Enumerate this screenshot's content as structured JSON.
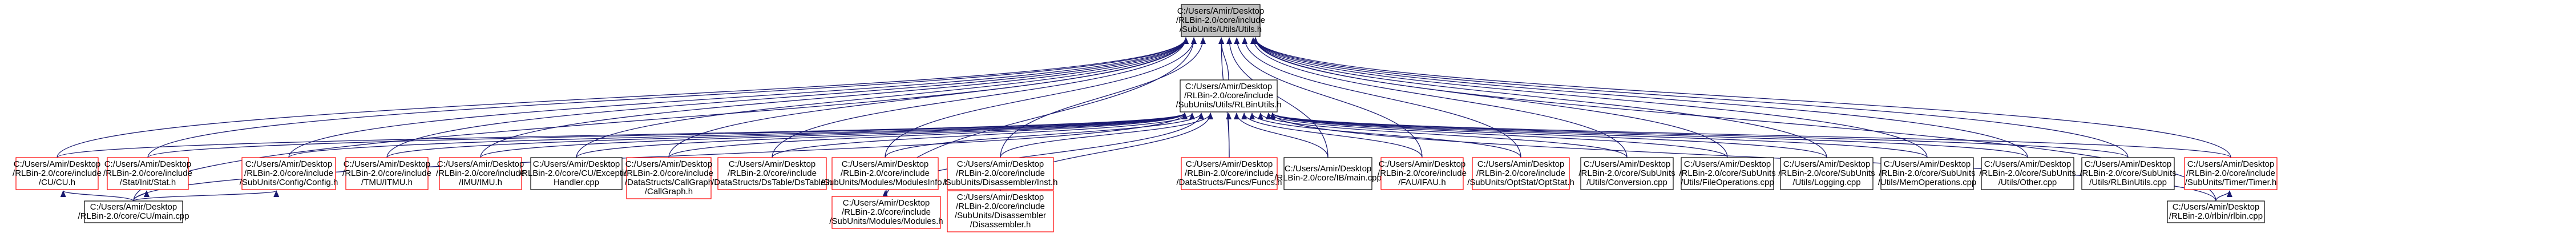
{
  "nodes": [
    {
      "id": "utilsh",
      "lines": [
        "C:/Users/Amir/Desktop",
        "/RLBin-2.0/core/include",
        "/SubUnits/Utils/Utils.h"
      ],
      "style": "hl"
    },
    {
      "id": "rlbinutils",
      "lines": [
        "C:/Users/Amir/Desktop",
        "/RLBin-2.0/core/include",
        "/SubUnits/Utils/RLBinUtils.h"
      ],
      "style": "black"
    },
    {
      "id": "cuh",
      "lines": [
        "C:/Users/Amir/Desktop",
        "/RLBin-2.0/core/include",
        "/CU/CU.h"
      ],
      "style": "red"
    },
    {
      "id": "stath",
      "lines": [
        "C:/Users/Amir/Desktop",
        "/RLBin-2.0/core/include",
        "/Stat/Init/Stat.h"
      ],
      "style": "red"
    },
    {
      "id": "configh",
      "lines": [
        "C:/Users/Amir/Desktop",
        "/RLBin-2.0/core/include",
        "/SubUnits/Config/Config.h"
      ],
      "style": "red"
    },
    {
      "id": "itmuh",
      "lines": [
        "C:/Users/Amir/Desktop",
        "/RLBin-2.0/core/include",
        "/TMU/ITMU.h"
      ],
      "style": "red"
    },
    {
      "id": "imuh",
      "lines": [
        "C:/Users/Amir/Desktop",
        "/RLBin-2.0/core/include",
        "/IMU/IMU.h"
      ],
      "style": "red"
    },
    {
      "id": "cuexc",
      "lines": [
        "C:/Users/Amir/Desktop",
        "/RLBin-2.0/core/CU/Exception",
        "Handler.cpp"
      ],
      "style": "black"
    },
    {
      "id": "callgraph",
      "lines": [
        "C:/Users/Amir/Desktop",
        "/RLBin-2.0/core/include",
        "/DataStructs/CallGraph",
        "/CallGraph.h"
      ],
      "style": "red"
    },
    {
      "id": "dstable",
      "lines": [
        "C:/Users/Amir/Desktop",
        "/RLBin-2.0/core/include",
        "/DataStructs/DsTable/DsTable.h"
      ],
      "style": "red"
    },
    {
      "id": "modulesinfo",
      "lines": [
        "C:/Users/Amir/Desktop",
        "/RLBin-2.0/core/include",
        "/SubUnits/Modules/ModulesInfo.h"
      ],
      "style": "red"
    },
    {
      "id": "disinst",
      "lines": [
        "C:/Users/Amir/Desktop",
        "/RLBin-2.0/core/include",
        "/SubUnits/Disassembler/Inst.h"
      ],
      "style": "red"
    },
    {
      "id": "funcs",
      "lines": [
        "C:/Users/Amir/Desktop",
        "/RLBin-2.0/core/include",
        "/DataStructs/Funcs/Funcs.h"
      ],
      "style": "red"
    },
    {
      "id": "ibmain",
      "lines": [
        "C:/Users/Amir/Desktop",
        "/RLBin-2.0/core/IB/main.cpp"
      ],
      "style": "black"
    },
    {
      "id": "ifau",
      "lines": [
        "C:/Users/Amir/Desktop",
        "/RLBin-2.0/core/include",
        "/FAU/IFAU.h"
      ],
      "style": "red"
    },
    {
      "id": "optstat",
      "lines": [
        "C:/Users/Amir/Desktop",
        "/RLBin-2.0/core/include",
        "/SubUnits/OptStat/OptStat.h"
      ],
      "style": "red"
    },
    {
      "id": "conversion",
      "lines": [
        "C:/Users/Amir/Desktop",
        "/RLBin-2.0/core/SubUnits",
        "/Utils/Conversion.cpp"
      ],
      "style": "black"
    },
    {
      "id": "fileops",
      "lines": [
        "C:/Users/Amir/Desktop",
        "/RLBin-2.0/core/SubUnits",
        "/Utils/FileOperations.cpp"
      ],
      "style": "black"
    },
    {
      "id": "logging",
      "lines": [
        "C:/Users/Amir/Desktop",
        "/RLBin-2.0/core/SubUnits",
        "/Utils/Logging.cpp"
      ],
      "style": "black"
    },
    {
      "id": "memops",
      "lines": [
        "C:/Users/Amir/Desktop",
        "/RLBin-2.0/core/SubUnits",
        "/Utils/MemOperations.cpp"
      ],
      "style": "black"
    },
    {
      "id": "other",
      "lines": [
        "C:/Users/Amir/Desktop",
        "/RLBin-2.0/core/SubUnits",
        "/Utils/Other.cpp"
      ],
      "style": "black"
    },
    {
      "id": "rlbinutilscpp",
      "lines": [
        "C:/Users/Amir/Desktop",
        "/RLBin-2.0/core/SubUnits",
        "/Utils/RLBinUtils.cpp"
      ],
      "style": "black"
    },
    {
      "id": "timertimer",
      "lines": [
        "C:/Users/Amir/Desktop",
        "/RLBin-2.0/core/include",
        "/SubUnits/Timer/Timer.h"
      ],
      "style": "red"
    },
    {
      "id": "cumain",
      "lines": [
        "C:/Users/Amir/Desktop",
        "/RLBin-2.0/core/CU/main.cpp"
      ],
      "style": "black"
    },
    {
      "id": "modulesh",
      "lines": [
        "C:/Users/Amir/Desktop",
        "/RLBin-2.0/core/include",
        "/SubUnits/Modules/Modules.h"
      ],
      "style": "red"
    },
    {
      "id": "disassembler",
      "lines": [
        "C:/Users/Amir/Desktop",
        "/RLBin-2.0/core/include",
        "/SubUnits/Disassembler",
        "/Disassembler.h"
      ],
      "style": "red"
    },
    {
      "id": "urlbin",
      "lines": [
        "C:/Users/Amir/Desktop",
        "/RLBin-2.0/rlbin/rlbin.cpp"
      ],
      "style": "black"
    }
  ],
  "edges": [
    [
      "utilsh",
      "rlbinutils"
    ],
    [
      "utilsh",
      "cuh"
    ],
    [
      "utilsh",
      "stath"
    ],
    [
      "utilsh",
      "configh"
    ],
    [
      "utilsh",
      "itmuh"
    ],
    [
      "utilsh",
      "imuh"
    ],
    [
      "utilsh",
      "cuexc"
    ],
    [
      "utilsh",
      "callgraph"
    ],
    [
      "utilsh",
      "dstable"
    ],
    [
      "utilsh",
      "modulesinfo"
    ],
    [
      "utilsh",
      "disinst"
    ],
    [
      "utilsh",
      "funcs"
    ],
    [
      "utilsh",
      "ibmain"
    ],
    [
      "utilsh",
      "ifau"
    ],
    [
      "utilsh",
      "optstat"
    ],
    [
      "utilsh",
      "conversion"
    ],
    [
      "utilsh",
      "fileops"
    ],
    [
      "utilsh",
      "logging"
    ],
    [
      "utilsh",
      "memops"
    ],
    [
      "utilsh",
      "other"
    ],
    [
      "utilsh",
      "rlbinutilscpp"
    ],
    [
      "utilsh",
      "timertimer"
    ],
    [
      "utilsh",
      "cumain"
    ],
    [
      "utilsh",
      "modulesh"
    ],
    [
      "utilsh",
      "urlbin"
    ],
    [
      "rlbinutils",
      "cuh"
    ],
    [
      "rlbinutils",
      "stath"
    ],
    [
      "rlbinutils",
      "configh"
    ],
    [
      "rlbinutils",
      "itmuh"
    ],
    [
      "rlbinutils",
      "imuh"
    ],
    [
      "rlbinutils",
      "cuexc"
    ],
    [
      "rlbinutils",
      "callgraph"
    ],
    [
      "rlbinutils",
      "dstable"
    ],
    [
      "rlbinutils",
      "modulesinfo"
    ],
    [
      "rlbinutils",
      "disinst"
    ],
    [
      "rlbinutils",
      "funcs"
    ],
    [
      "rlbinutils",
      "ibmain"
    ],
    [
      "rlbinutils",
      "ifau"
    ],
    [
      "rlbinutils",
      "optstat"
    ],
    [
      "rlbinutils",
      "conversion"
    ],
    [
      "rlbinutils",
      "fileops"
    ],
    [
      "rlbinutils",
      "logging"
    ],
    [
      "rlbinutils",
      "memops"
    ],
    [
      "rlbinutils",
      "other"
    ],
    [
      "rlbinutils",
      "rlbinutilscpp"
    ],
    [
      "rlbinutils",
      "timertimer"
    ],
    [
      "rlbinutils",
      "cumain"
    ],
    [
      "rlbinutils",
      "modulesh"
    ],
    [
      "rlbinutils",
      "disassembler"
    ],
    [
      "rlbinutils",
      "urlbin"
    ],
    [
      "cuh",
      "cumain"
    ],
    [
      "stath",
      "cumain"
    ],
    [
      "configh",
      "cumain"
    ],
    [
      "modulesinfo",
      "modulesh"
    ],
    [
      "disinst",
      "disassembler"
    ],
    [
      "timertimer",
      "urlbin"
    ]
  ]
}
